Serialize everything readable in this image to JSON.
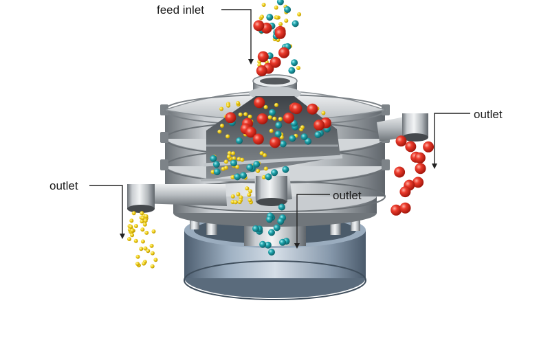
{
  "labels": {
    "feed_inlet": "feed inlet",
    "outlet_right": "outlet",
    "outlet_left": "outlet",
    "outlet_bottom": "outlet"
  },
  "colors": {
    "steel_light": "#e4e7ea",
    "steel_mid": "#a9aeb3",
    "steel_dark": "#5f656b",
    "base_blue": "#7f93a8",
    "particle_red": "#e02a1e",
    "particle_teal": "#1f9aa3",
    "particle_yellow": "#f2d21a",
    "leader_line": "#222222"
  },
  "icons": [
    "coarse-particle-red",
    "medium-particle-teal",
    "fine-particle-yellow"
  ]
}
